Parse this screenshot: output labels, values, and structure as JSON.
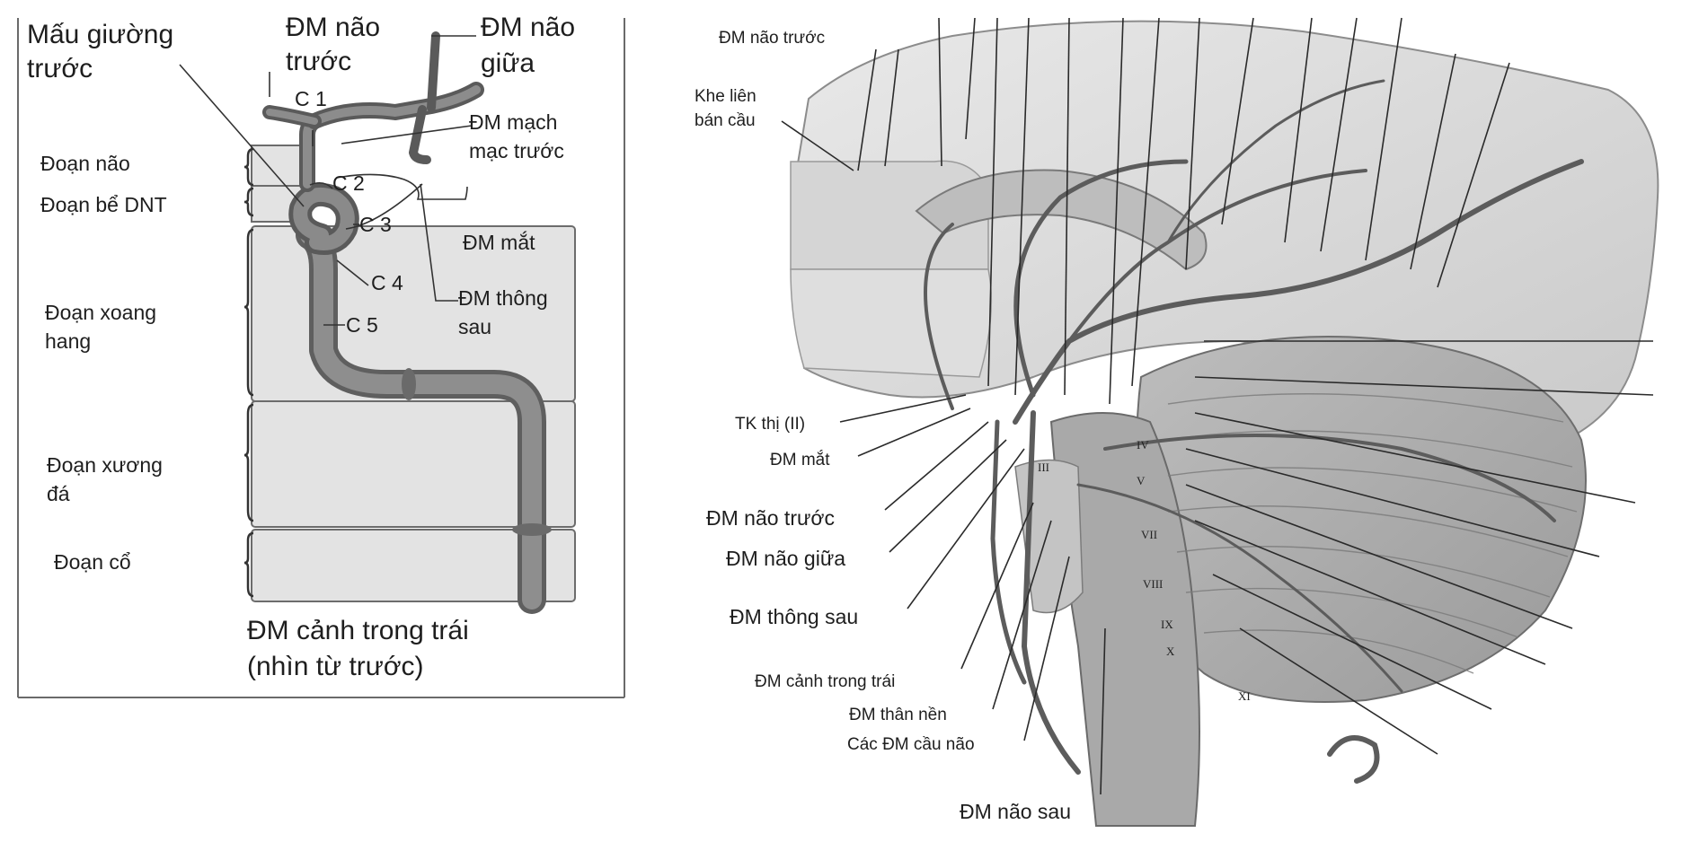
{
  "left_figure": {
    "caption_line1": "ĐM cảnh trong trái",
    "caption_line2": "(nhìn từ trước)",
    "labels": {
      "anterior_clinoid_line1": "Mấu giường",
      "anterior_clinoid_line2": "trước",
      "aca_line1": "ĐM não",
      "aca_line2": "trước",
      "mca_line1": "ĐM não",
      "mca_line2": "giữa",
      "ant_choroidal_line1": "ĐM mạch",
      "ant_choroidal_line2": "mạc trước",
      "ophthalmic": "ĐM mắt",
      "pcom_line1": "ĐM thông",
      "pcom_line2": "sau"
    },
    "segment_codes": [
      "C 1",
      "C 2",
      "C 3",
      "C 4",
      "C 5"
    ],
    "segments": {
      "cerebral": "Đoạn  não",
      "cistern": "Đoạn bể DNT",
      "cavernous_line1": "Đoạn xoang",
      "cavernous_line2": "hang",
      "petrous_line1": "Đoạn xương",
      "petrous_line2": "đá",
      "cervical": "Đoạn cổ"
    }
  },
  "right_figure": {
    "labels": {
      "top_aca": "ĐM não trước",
      "falx_line1": "Khe liên",
      "falx_line2": "bán cầu",
      "optic_nerve": "TK thị (II)",
      "ophthalmic": "ĐM mắt",
      "aca": "ĐM não trước",
      "mca": "ĐM não giữa",
      "pcom": "ĐM thông sau",
      "ica": "ĐM cảnh trong trái",
      "basilar": "ĐM thân nền",
      "pontine": "Các ĐM cầu não",
      "pca": "ĐM não sau"
    },
    "nerve_numerals": [
      "III",
      "IV",
      "V",
      "VII",
      "VIII",
      "IX",
      "X",
      "XI"
    ]
  }
}
